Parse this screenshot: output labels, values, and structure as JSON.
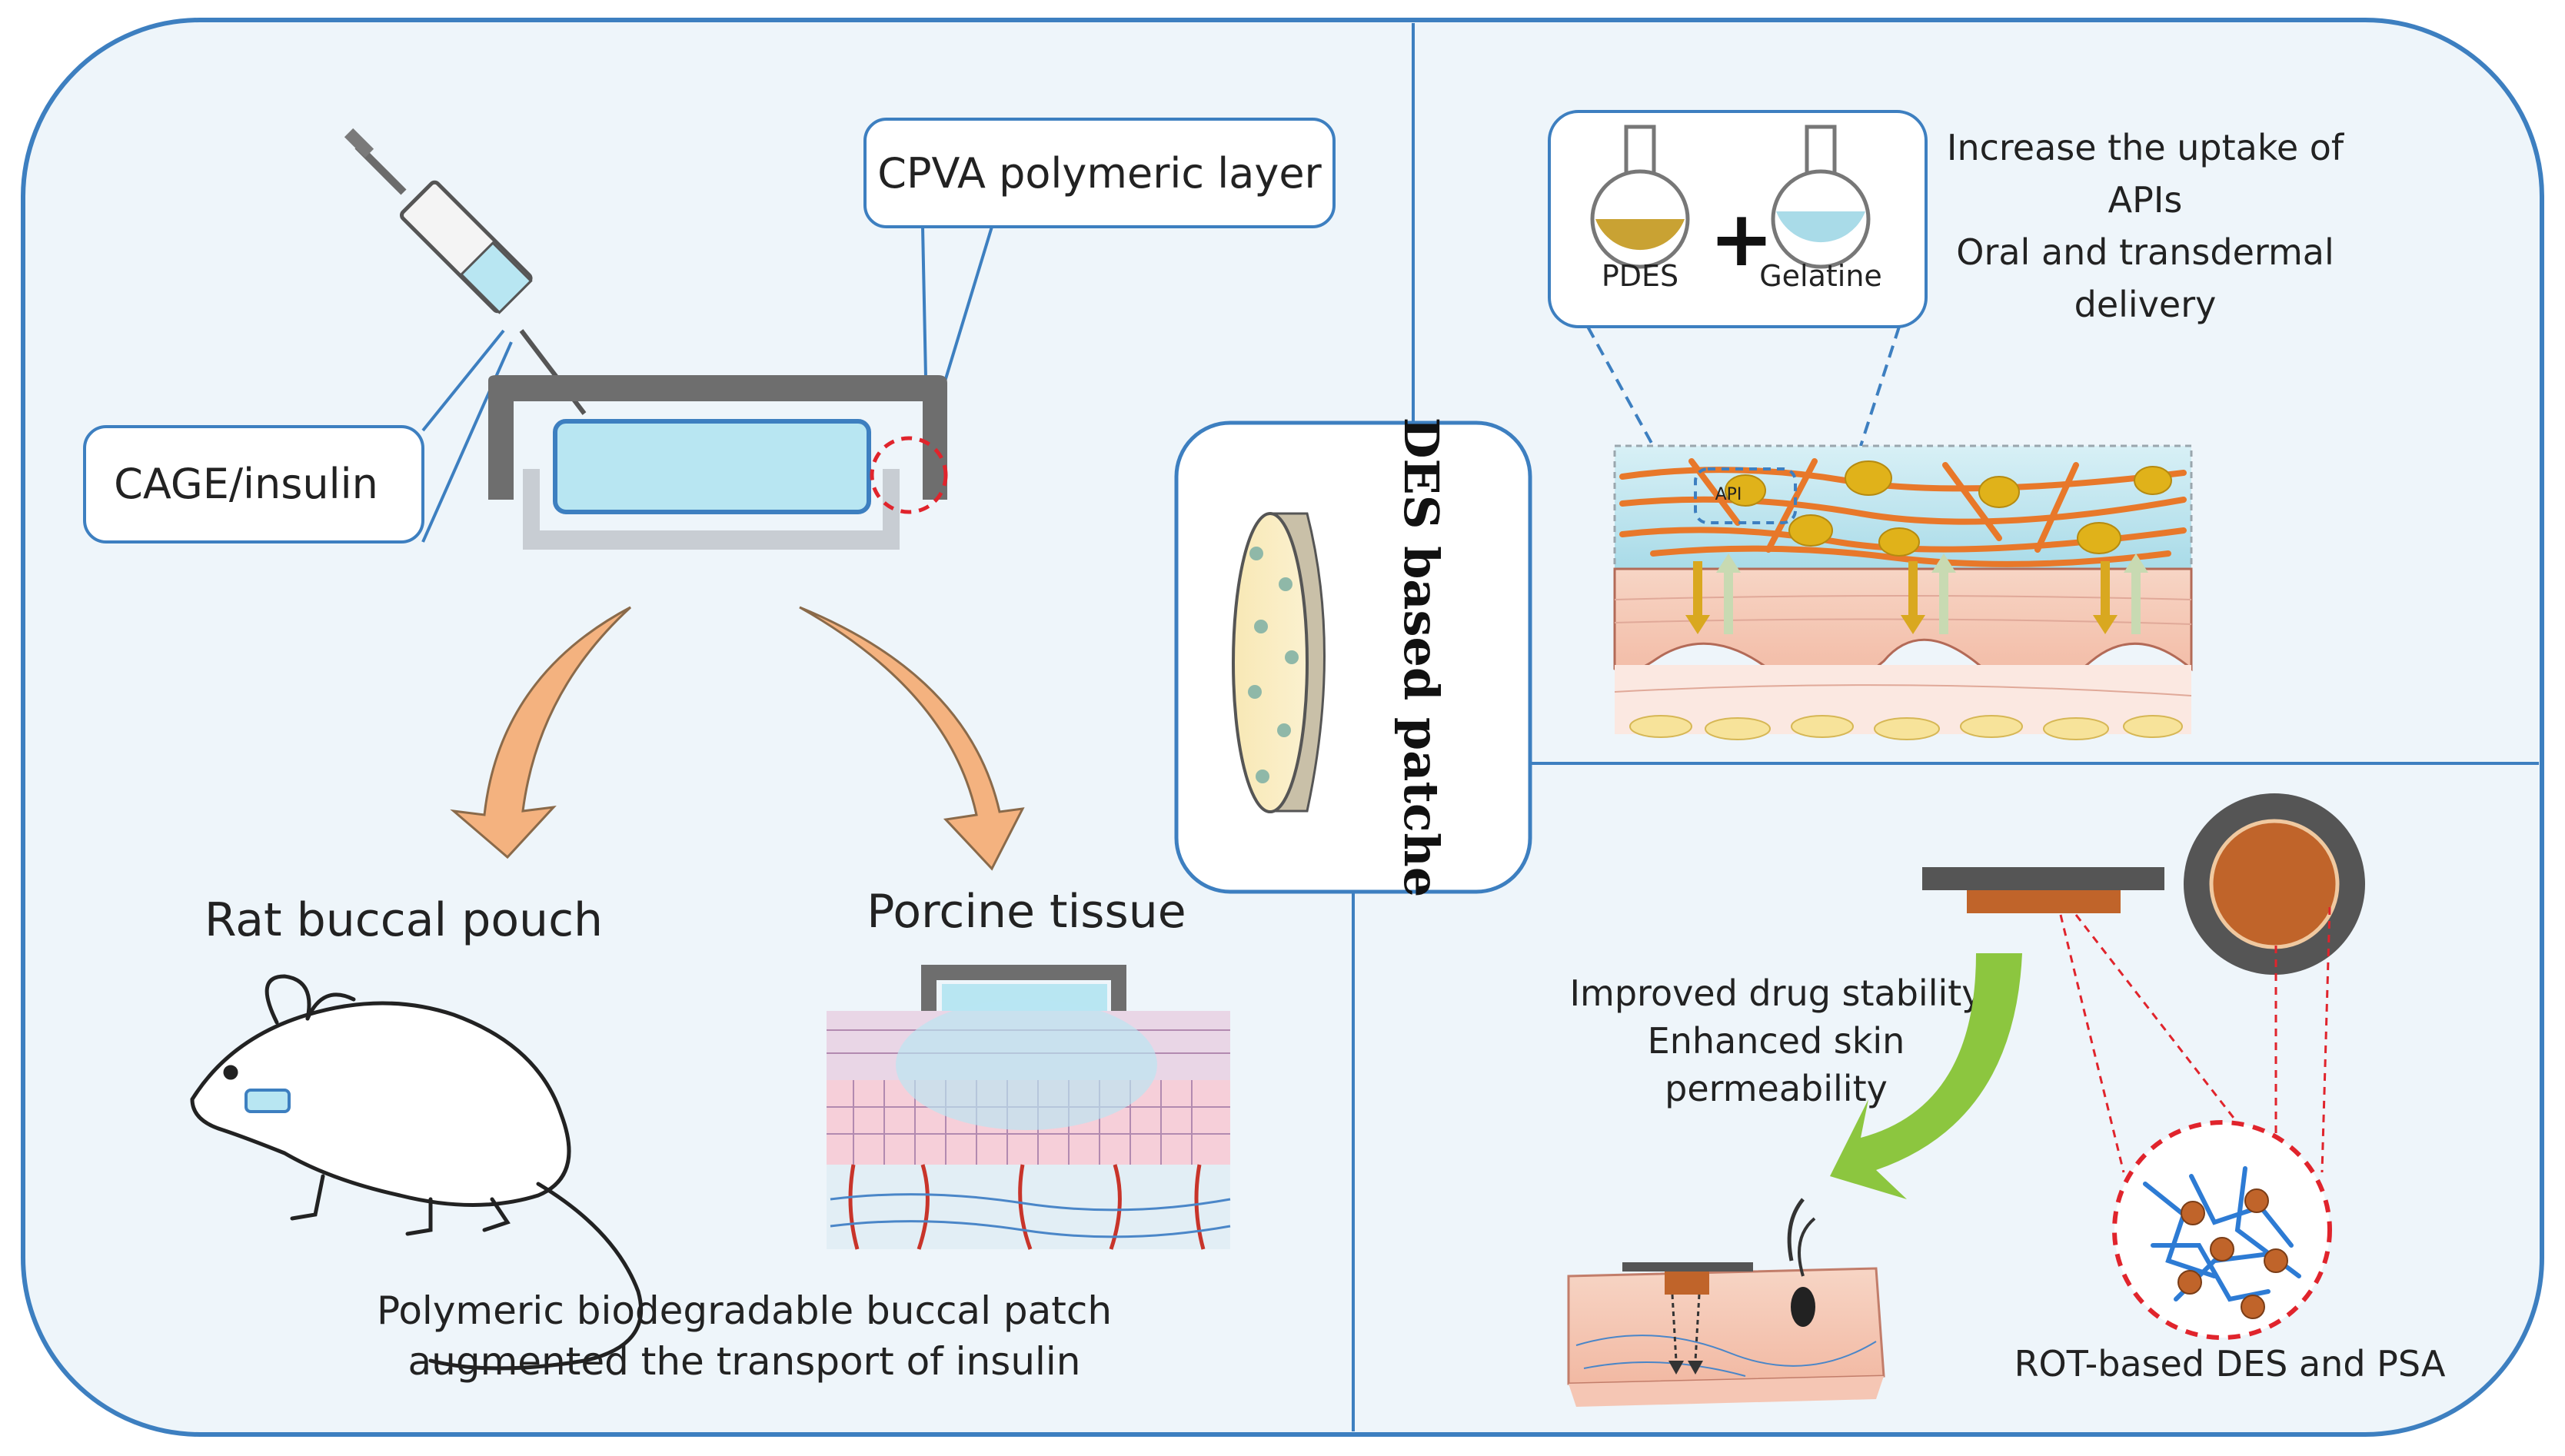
{
  "center_title": "DES based patche",
  "left_panel": {
    "callout_cpva": "CPVA polymeric layer",
    "callout_cage": "CAGE/insulin",
    "label_rat": "Rat buccal pouch",
    "label_porcine": "Porcine tissue",
    "caption_line1": "Polymeric biodegradable buccal patch",
    "caption_line2": "augmented the transport of insulin"
  },
  "top_right_panel": {
    "flask_left_label": "PDES",
    "flask_right_label": "Gelatine",
    "api_tag": "API",
    "note_line1": "Increase the uptake of",
    "note_line2": "APIs",
    "note_line3": "Oral and transdermal",
    "note_line4": "delivery"
  },
  "bottom_right_panel": {
    "benefit_line1": "Improved drug stability",
    "benefit_line2": "Enhanced skin",
    "benefit_line3": "permeability",
    "caption": "ROT-based DES and PSA"
  },
  "colors": {
    "frame_blue": "#3d7fc0",
    "panel_fill": "#eef5fa",
    "reservoir_blue": "#b8e6f2",
    "arrow_peach": "#f4b27f",
    "arrow_green": "#8cc63f",
    "fiber_orange": "#e8782a",
    "drug_gold": "#e0b21a",
    "patch_brown": "#c0642a",
    "dashed_red": "#e0242c"
  }
}
